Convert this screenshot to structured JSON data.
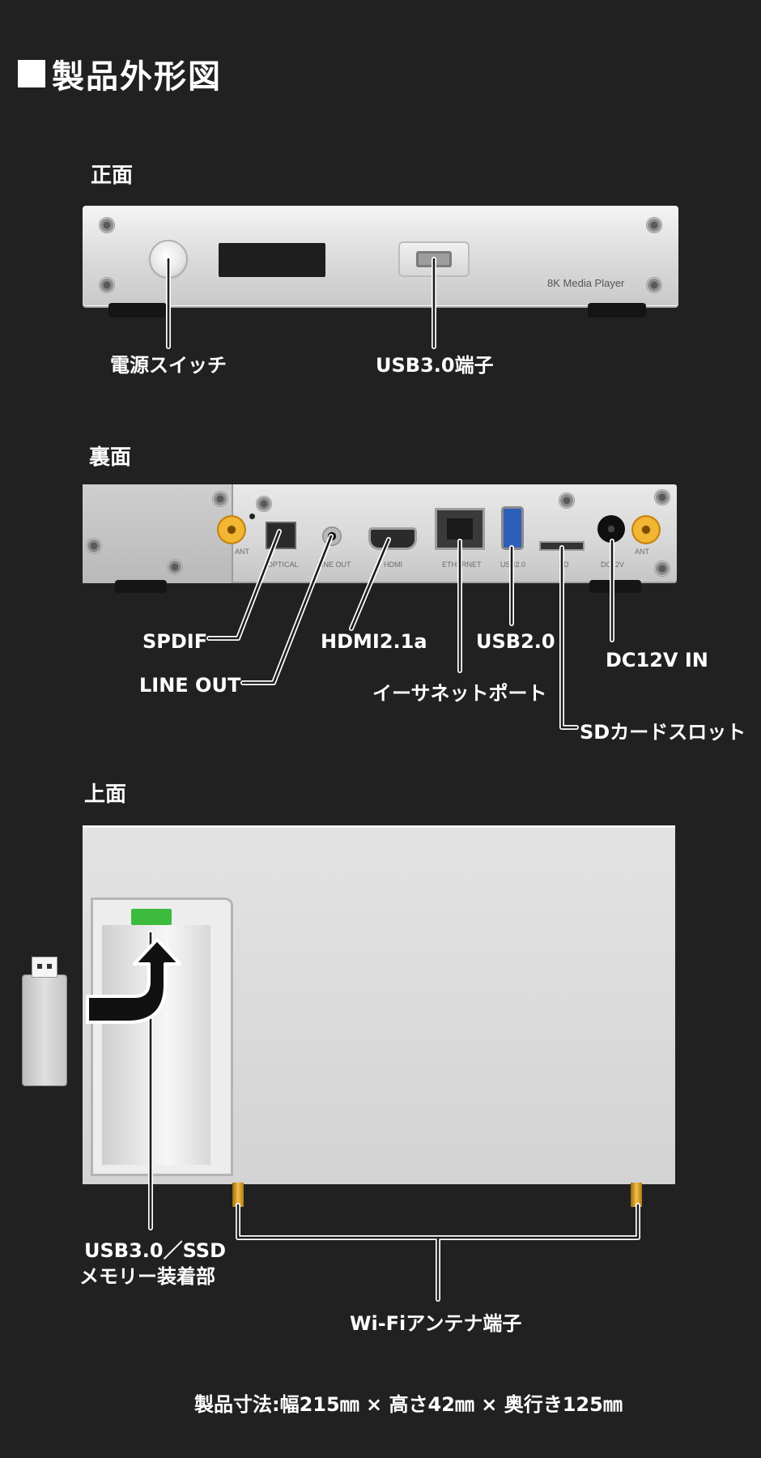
{
  "page": {
    "title": "製品外形図",
    "footer_dimensions": "製品寸法:幅215㎜ × 高さ42㎜  ×  奥行き125㎜"
  },
  "front": {
    "section_label": "正面",
    "device_label": "8K Media Player",
    "callouts": {
      "power": "電源スイッチ",
      "usb3": "USB3.0端子"
    }
  },
  "back": {
    "section_label": "裏面",
    "port_labels": {
      "ant_left": "ANT",
      "optical": "OPTICAL",
      "line_out": "LINE OUT",
      "hdmi": "HDMI",
      "ethernet": "ETHERNET",
      "usb2": "USB2.0",
      "sd": "SD",
      "dc": "DC12V",
      "ant_right": "ANT"
    },
    "callouts": {
      "spdif": "SPDIF",
      "line_out": "LINE OUT",
      "hdmi": "HDMI2.1a",
      "ethernet": "イーサネットポート",
      "usb2": "USB2.0",
      "sd": "SDカードスロット",
      "dc": "DC12V IN"
    }
  },
  "top": {
    "section_label": "上面",
    "callouts": {
      "usb_ssd_line1": "USB3.0／SSD",
      "usb_ssd_line2": "メモリー装着部",
      "wifi": "Wi-Fiアンテナ端子"
    }
  },
  "colors": {
    "background": "#212121",
    "device_silver": "#d9d9d9",
    "antenna_gold": "#e3a21a",
    "usb_blue": "#2e5fb8",
    "connector_green": "#3dbb3d"
  }
}
